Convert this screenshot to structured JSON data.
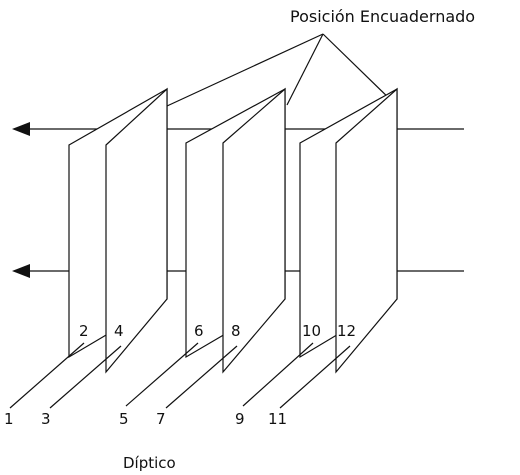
{
  "diagram": {
    "title": "Posición Encuadernado",
    "caption": "Díptico",
    "page_labels": [
      "2",
      "4",
      "6",
      "8",
      "10",
      "12"
    ],
    "sheet_labels": [
      "1",
      "3",
      "5",
      "7",
      "9",
      "11"
    ]
  }
}
